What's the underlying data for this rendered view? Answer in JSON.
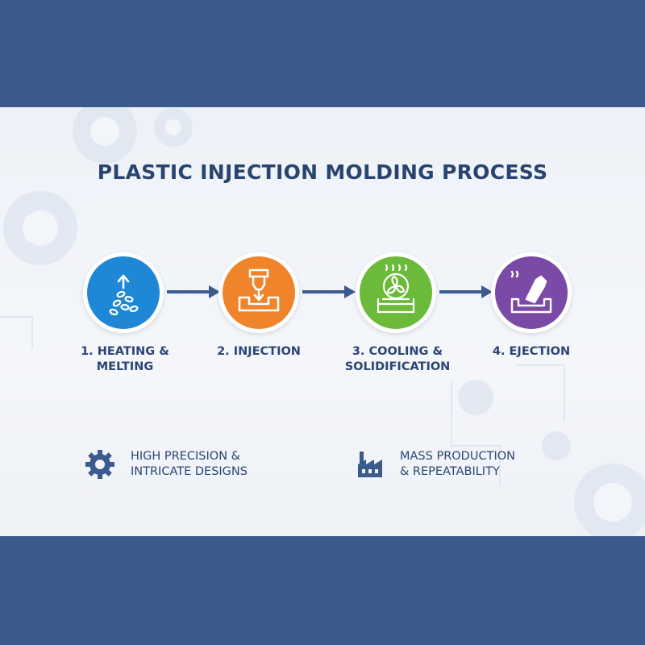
{
  "title": "PLASTIC INJECTION MOLDING PROCESS",
  "steps": [
    {
      "label": "1. HEATING &\nMELTING",
      "color": "#1f88d6",
      "icon": "pellets-heat-icon"
    },
    {
      "label": "2. INJECTION",
      "color": "#f0842a",
      "icon": "injection-nozzle-icon"
    },
    {
      "label": "3. COOLING &\nSOLIDIFICATION",
      "color": "#6bba3a",
      "icon": "cooling-fan-icon"
    },
    {
      "label": "4. EJECTION",
      "color": "#7a4aa6",
      "icon": "ejection-part-icon"
    }
  ],
  "features": [
    {
      "text": "HIGH PRECISION &\nINTRICATE DESIGNS",
      "icon": "gear-icon"
    },
    {
      "text": "MASS PRODUCTION\n& REPEATABILITY",
      "icon": "factory-icon"
    }
  ],
  "colors": {
    "band": "#3a5a8c",
    "text": "#2c4674",
    "arrow": "#3b5a8e"
  }
}
